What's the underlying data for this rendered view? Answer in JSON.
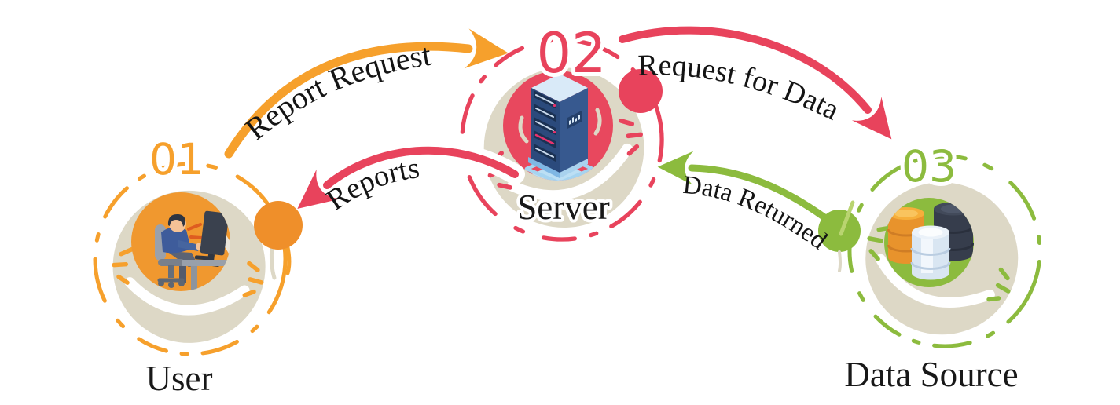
{
  "diagram": {
    "background": "#FFFFFF",
    "nodes": [
      {
        "number": "01",
        "label": "User",
        "icon": "user-at-desk-icon",
        "accent_color": "#F6A02C",
        "inner_circle_color": "#F0982F"
      },
      {
        "number": "02",
        "label": "Server",
        "icon": "server-rack-icon",
        "accent_color": "#E8435C",
        "inner_circle_color": "#E8485E"
      },
      {
        "number": "03",
        "label": "Data Source",
        "icon": "database-cylinders-icon",
        "accent_color": "#8CBB3E",
        "inner_circle_color": "#8CBB3E"
      }
    ],
    "arrows": [
      {
        "label": "Report Request",
        "from": "User",
        "to": "Server",
        "color": "#F6A02C"
      },
      {
        "label": "Request for Data",
        "from": "Server",
        "to": "Data Source",
        "color": "#E8435C"
      },
      {
        "label": "Data Returned",
        "from": "Data Source",
        "to": "Server",
        "color": "#8CBB3E"
      },
      {
        "label": "Reports",
        "from": "Server",
        "to": "User",
        "color": "#E8435C"
      }
    ],
    "colors": {
      "cream": "#DDD8C6",
      "text": "#181818",
      "white": "#FFFFFF"
    }
  }
}
